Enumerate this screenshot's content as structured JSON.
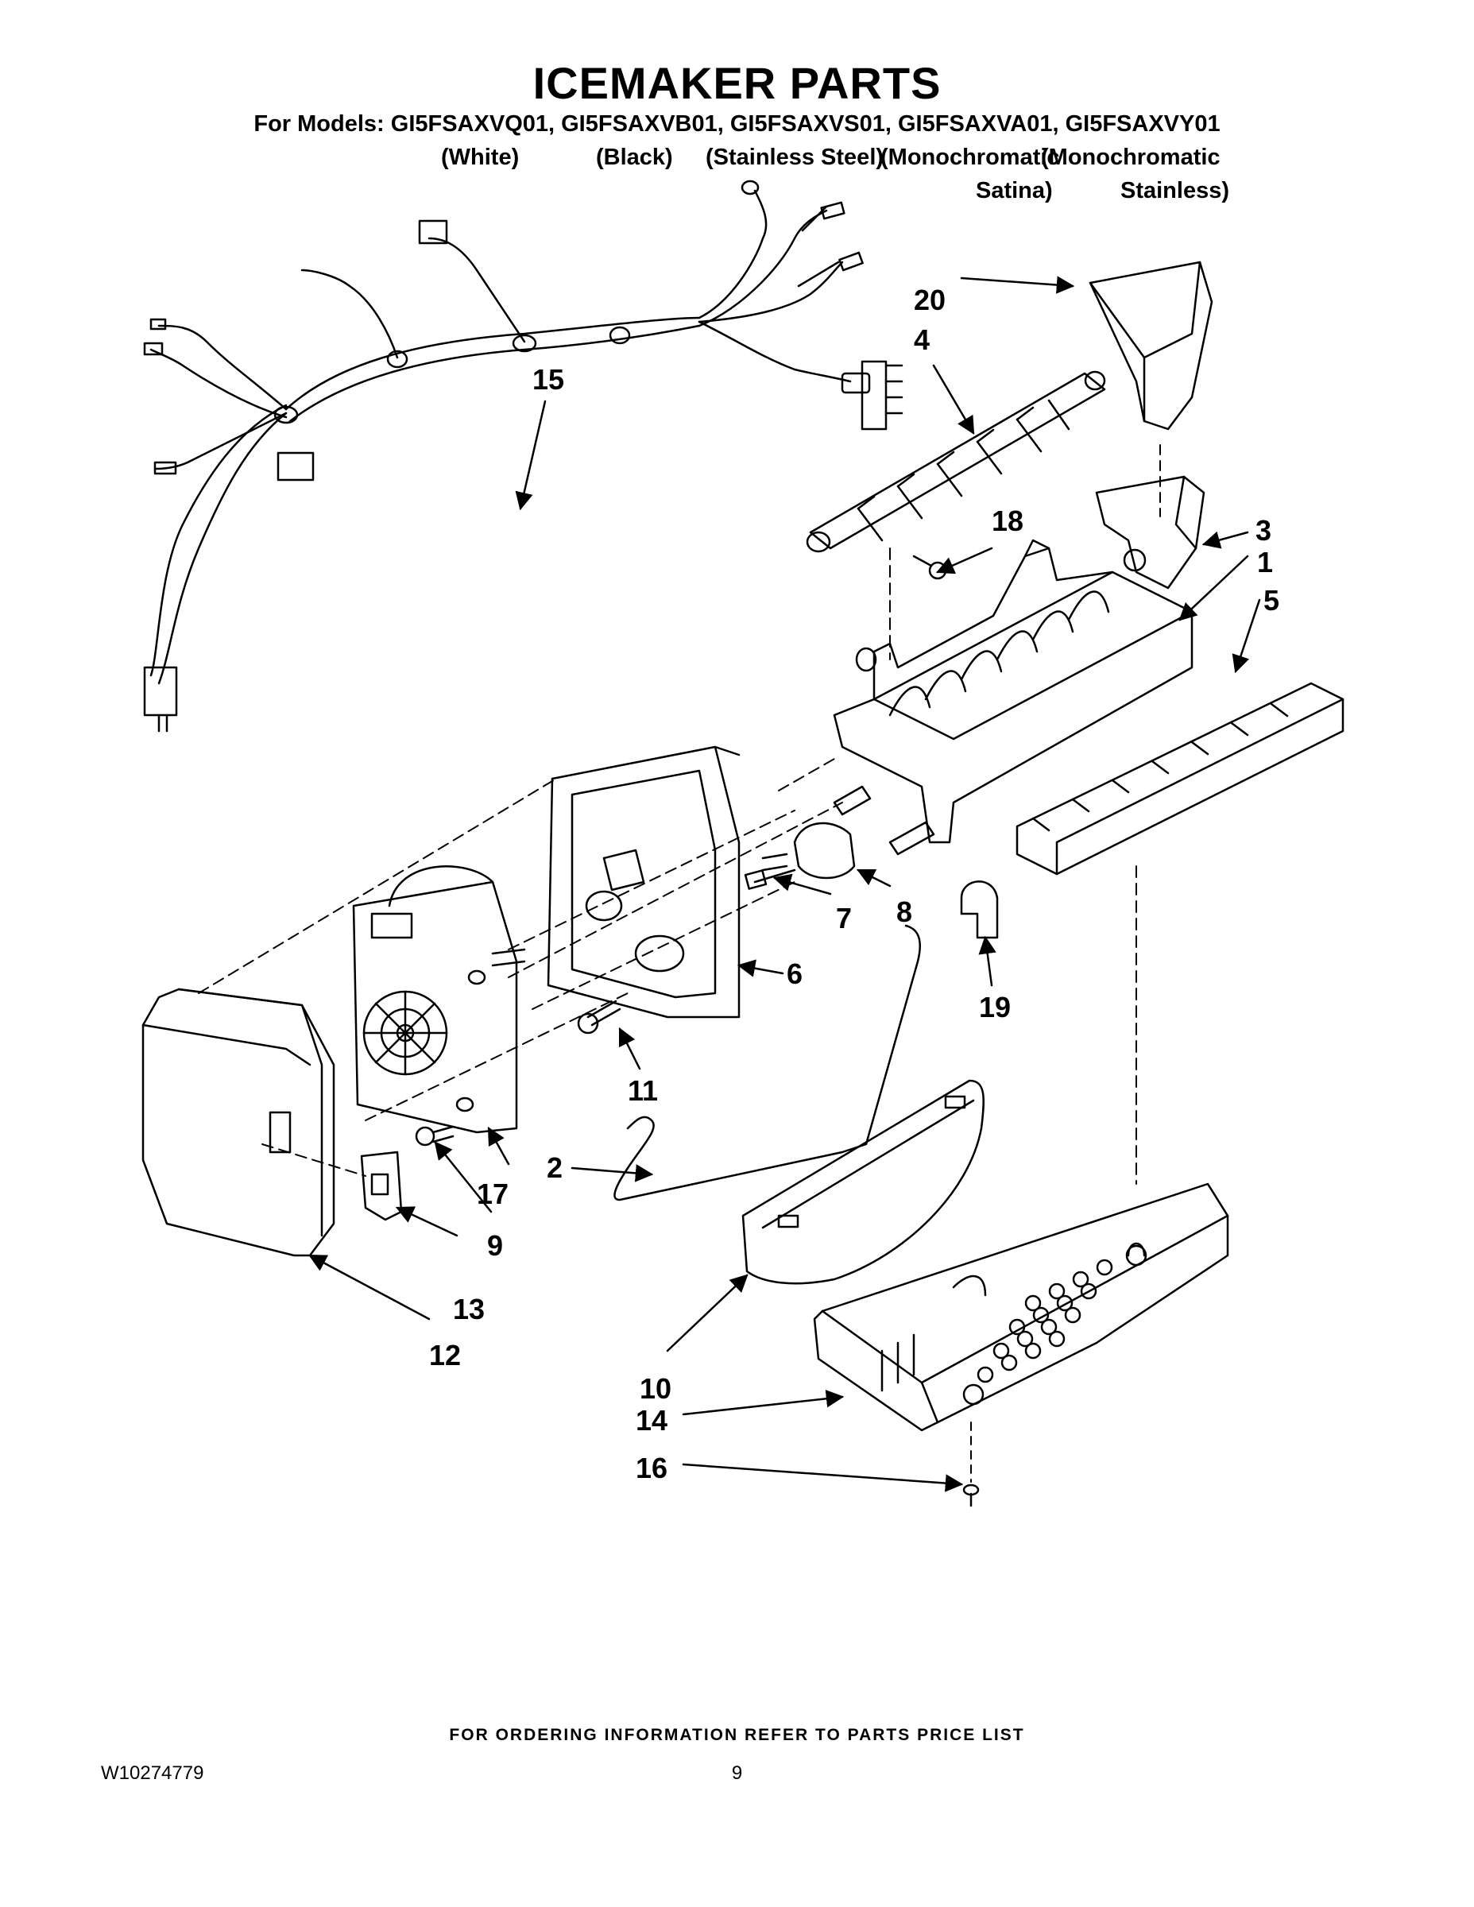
{
  "title": "ICEMAKER PARTS",
  "models_line": "For Models: GI5FSAXVQ01, GI5FSAXVB01, GI5FSAXVS01, GI5FSAXVA01, GI5FSAXVY01",
  "colors": {
    "white": "(White)",
    "black": "(Black)",
    "stainless": "(Stainless Steel)",
    "mono_satina_1": "(Monochromatic",
    "mono_satina_2": "Satina)",
    "mono_stainless_1": "(Monochromatic",
    "mono_stainless_2": "Stainless)"
  },
  "callouts": {
    "c1": "1",
    "c2": "2",
    "c3": "3",
    "c4": "4",
    "c5": "5",
    "c6": "6",
    "c7": "7",
    "c8": "8",
    "c9": "9",
    "c10": "10",
    "c11": "11",
    "c12": "12",
    "c13": "13",
    "c14": "14",
    "c15": "15",
    "c16": "16",
    "c17": "17",
    "c18": "18",
    "c19": "19",
    "c20": "20"
  },
  "footer_note": "FOR ORDERING INFORMATION REFER TO PARTS PRICE LIST",
  "doc_number": "W10274779",
  "page_number": "9"
}
